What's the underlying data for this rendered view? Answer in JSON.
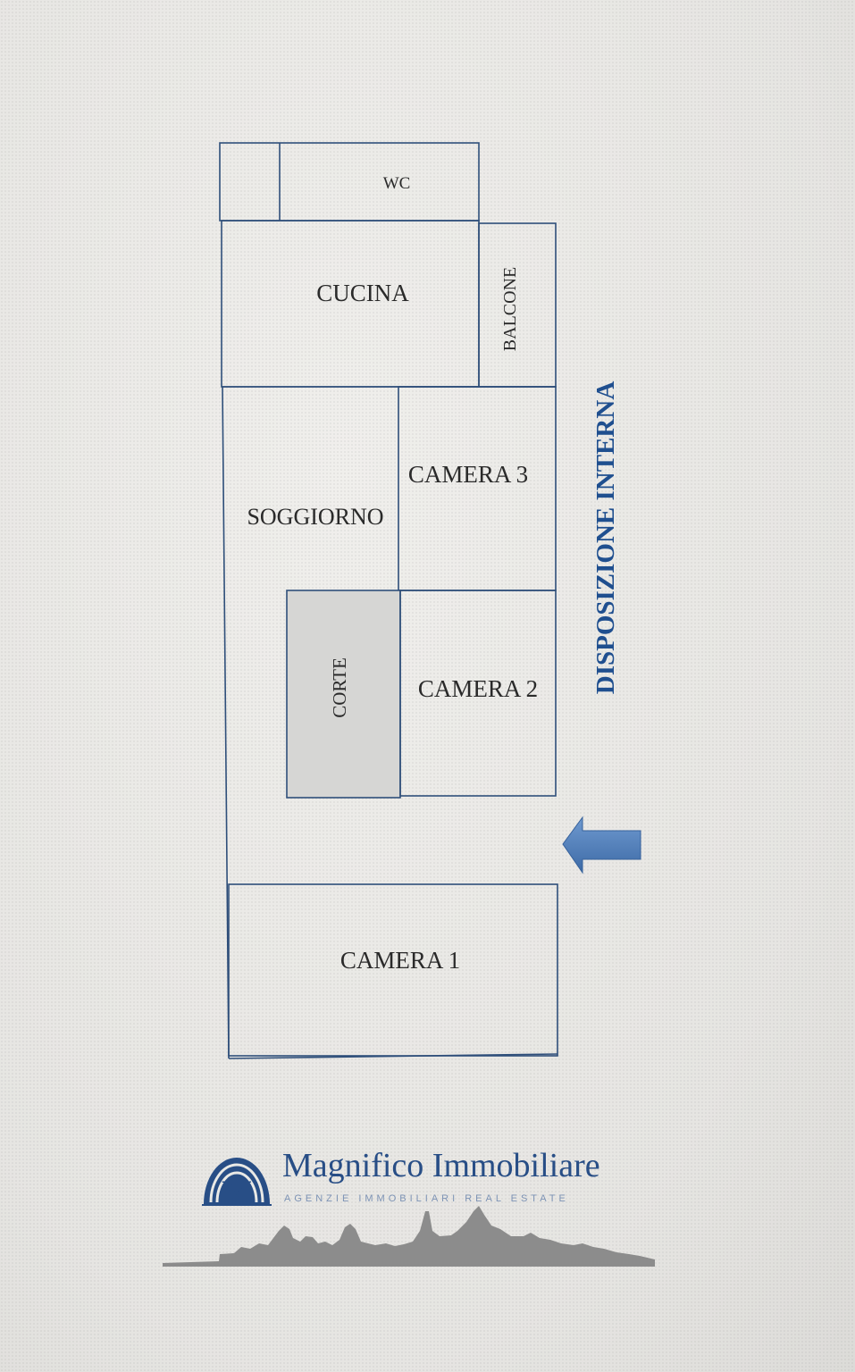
{
  "rooms": {
    "wc": "WC",
    "cucina": "CUCINA",
    "balcone": "BALCONE",
    "soggiorno": "SOGGIORNO",
    "camera3": "CAMERA 3",
    "corte": "CORTE",
    "camera2": "CAMERA 2",
    "camera1": "CAMERA 1"
  },
  "side_title": "DISPOSIZIONE INTERNA",
  "logo": {
    "letter": "M",
    "name": "Magnifico Immobiliare",
    "subtitle": "AGENZIE IMMOBILIARI REAL ESTATE"
  },
  "colors": {
    "walls": "#2f4f7a",
    "title": "#1f4f8f",
    "arrow": "#4a7ab8",
    "logo": "#284e86",
    "skyline": "#8c8c8c"
  },
  "icons": {
    "arrow": "left-arrow-icon",
    "logo": "arch-monogram-logo",
    "skyline": "city-skyline-icon"
  }
}
